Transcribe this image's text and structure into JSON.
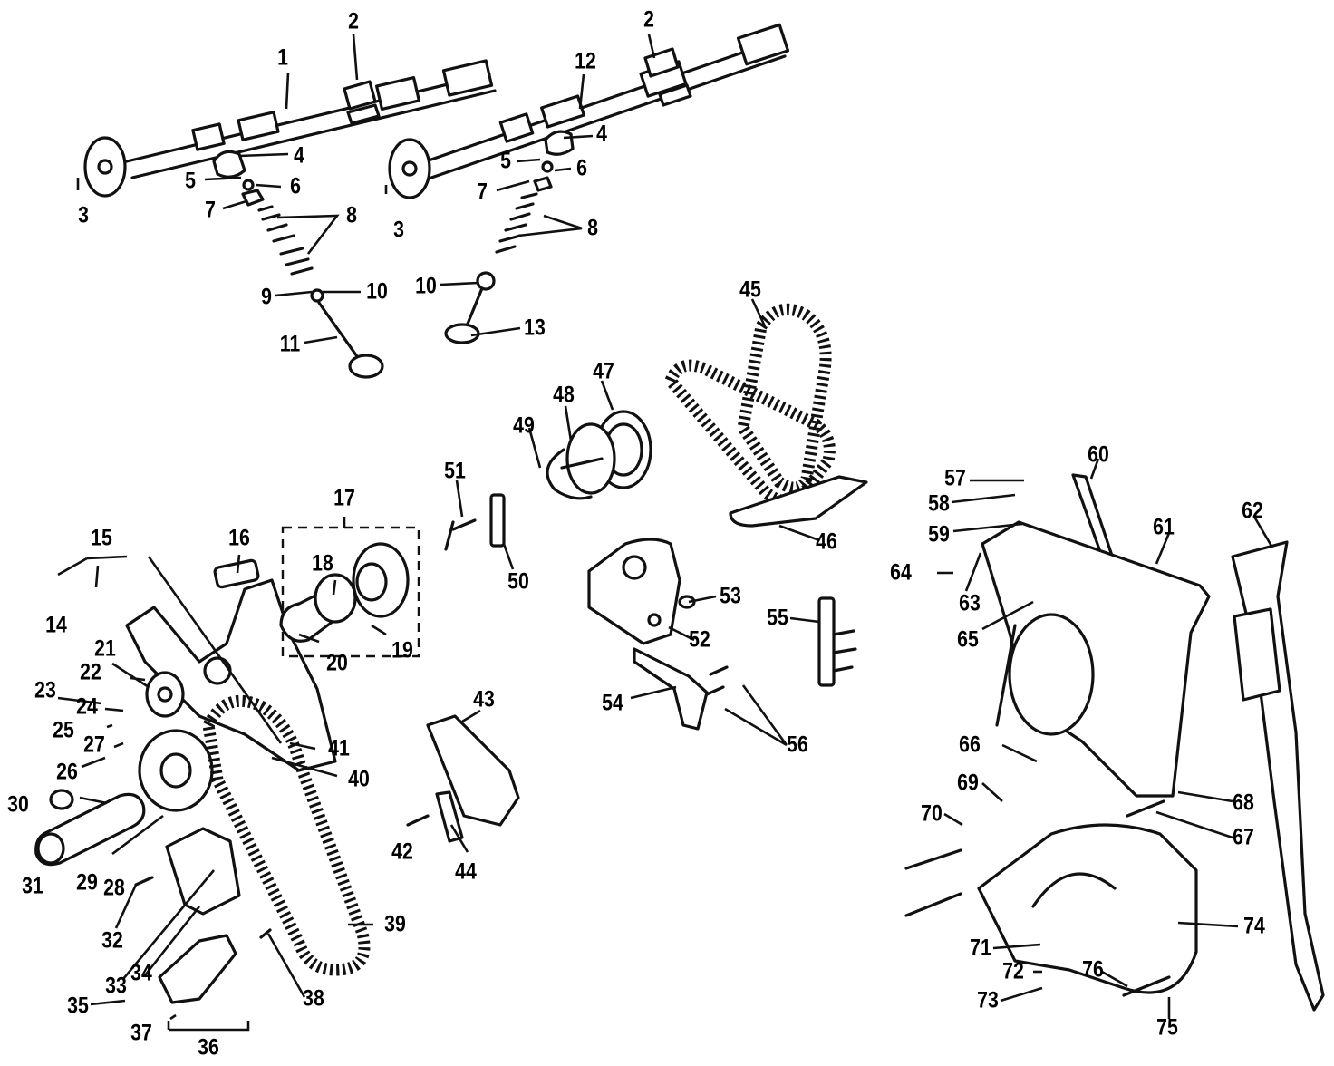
{
  "diagram": {
    "callouts": [
      {
        "id": "c1",
        "text": "1"
      },
      {
        "id": "c2a",
        "text": "2"
      },
      {
        "id": "c2b",
        "text": "2"
      },
      {
        "id": "c3a",
        "text": "3"
      },
      {
        "id": "c3b",
        "text": "3"
      },
      {
        "id": "c4a",
        "text": "4"
      },
      {
        "id": "c4b",
        "text": "4"
      },
      {
        "id": "c5a",
        "text": "5"
      },
      {
        "id": "c5b",
        "text": "5"
      },
      {
        "id": "c6a",
        "text": "6"
      },
      {
        "id": "c6b",
        "text": "6"
      },
      {
        "id": "c7a",
        "text": "7"
      },
      {
        "id": "c7b",
        "text": "7"
      },
      {
        "id": "c8a",
        "text": "8"
      },
      {
        "id": "c8b",
        "text": "8"
      },
      {
        "id": "c9",
        "text": "9"
      },
      {
        "id": "c10a",
        "text": "10"
      },
      {
        "id": "c10b",
        "text": "10"
      },
      {
        "id": "c11",
        "text": "11"
      },
      {
        "id": "c12",
        "text": "12"
      },
      {
        "id": "c13",
        "text": "13"
      },
      {
        "id": "c14",
        "text": "14"
      },
      {
        "id": "c15",
        "text": "15"
      },
      {
        "id": "c16",
        "text": "16"
      },
      {
        "id": "c17",
        "text": "17"
      },
      {
        "id": "c18",
        "text": "18"
      },
      {
        "id": "c19",
        "text": "19"
      },
      {
        "id": "c20",
        "text": "20"
      },
      {
        "id": "c21",
        "text": "21"
      },
      {
        "id": "c22",
        "text": "22"
      },
      {
        "id": "c23",
        "text": "23"
      },
      {
        "id": "c24",
        "text": "24"
      },
      {
        "id": "c25",
        "text": "25"
      },
      {
        "id": "c26",
        "text": "26"
      },
      {
        "id": "c27",
        "text": "27"
      },
      {
        "id": "c28",
        "text": "28"
      },
      {
        "id": "c29",
        "text": "29"
      },
      {
        "id": "c30",
        "text": "30"
      },
      {
        "id": "c31",
        "text": "31"
      },
      {
        "id": "c32",
        "text": "32"
      },
      {
        "id": "c33",
        "text": "33"
      },
      {
        "id": "c34",
        "text": "34"
      },
      {
        "id": "c35",
        "text": "35"
      },
      {
        "id": "c36",
        "text": "36"
      },
      {
        "id": "c37",
        "text": "37"
      },
      {
        "id": "c38",
        "text": "38"
      },
      {
        "id": "c39",
        "text": "39"
      },
      {
        "id": "c40",
        "text": "40"
      },
      {
        "id": "c41",
        "text": "41"
      },
      {
        "id": "c42",
        "text": "42"
      },
      {
        "id": "c43",
        "text": "43"
      },
      {
        "id": "c44",
        "text": "44"
      },
      {
        "id": "c45",
        "text": "45"
      },
      {
        "id": "c46",
        "text": "46"
      },
      {
        "id": "c47",
        "text": "47"
      },
      {
        "id": "c48",
        "text": "48"
      },
      {
        "id": "c49",
        "text": "49"
      },
      {
        "id": "c50",
        "text": "50"
      },
      {
        "id": "c51",
        "text": "51"
      },
      {
        "id": "c52",
        "text": "52"
      },
      {
        "id": "c53",
        "text": "53"
      },
      {
        "id": "c54",
        "text": "54"
      },
      {
        "id": "c55",
        "text": "55"
      },
      {
        "id": "c56",
        "text": "56"
      },
      {
        "id": "c57",
        "text": "57"
      },
      {
        "id": "c58",
        "text": "58"
      },
      {
        "id": "c59",
        "text": "59"
      },
      {
        "id": "c60",
        "text": "60"
      },
      {
        "id": "c61",
        "text": "61"
      },
      {
        "id": "c62",
        "text": "62"
      },
      {
        "id": "c63",
        "text": "63"
      },
      {
        "id": "c64",
        "text": "64"
      },
      {
        "id": "c65",
        "text": "65"
      },
      {
        "id": "c66",
        "text": "66"
      },
      {
        "id": "c67",
        "text": "67"
      },
      {
        "id": "c68",
        "text": "68"
      },
      {
        "id": "c69",
        "text": "69"
      },
      {
        "id": "c70",
        "text": "70"
      },
      {
        "id": "c71",
        "text": "71"
      },
      {
        "id": "c72",
        "text": "72"
      },
      {
        "id": "c73",
        "text": "73"
      },
      {
        "id": "c74",
        "text": "74"
      },
      {
        "id": "c75",
        "text": "75"
      },
      {
        "id": "c76",
        "text": "76"
      }
    ]
  }
}
